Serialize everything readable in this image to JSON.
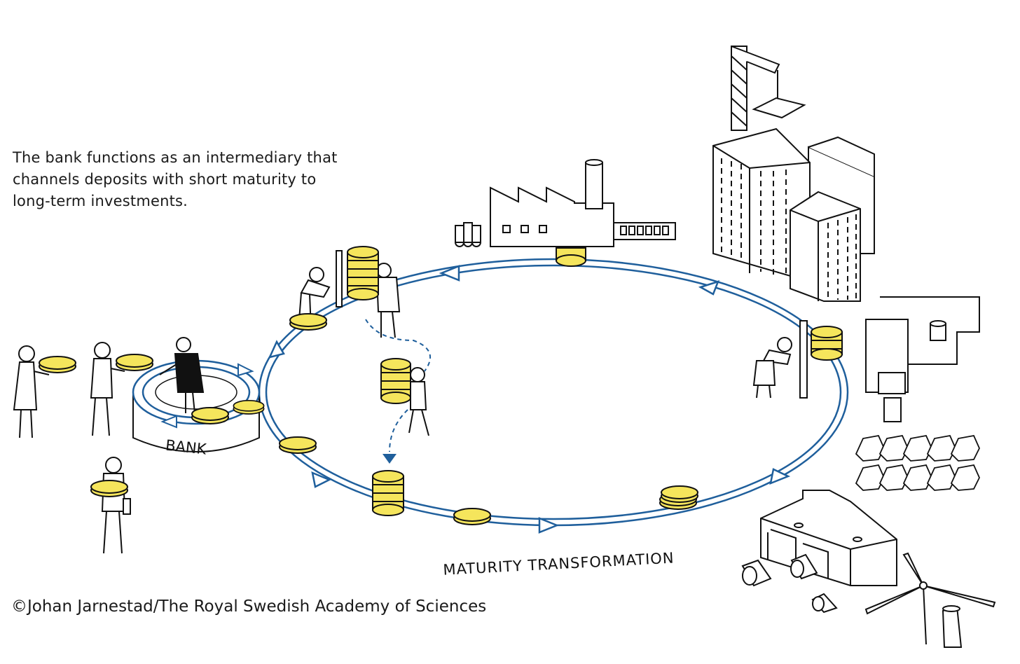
{
  "caption": {
    "line1": "The bank functions as an intermediary that",
    "line2": "channels deposits with short maturity to",
    "line3": "long-term investments."
  },
  "labels": {
    "bank": "BANK",
    "cycle": "MATURITY TRANSFORMATION"
  },
  "credit": "©Johan Jarnestad/The Royal Swedish Academy of Sciences",
  "colors": {
    "flow_blue": "#1f5f9c",
    "coin_yellow": "#f5e55c",
    "line_black": "#111111"
  }
}
